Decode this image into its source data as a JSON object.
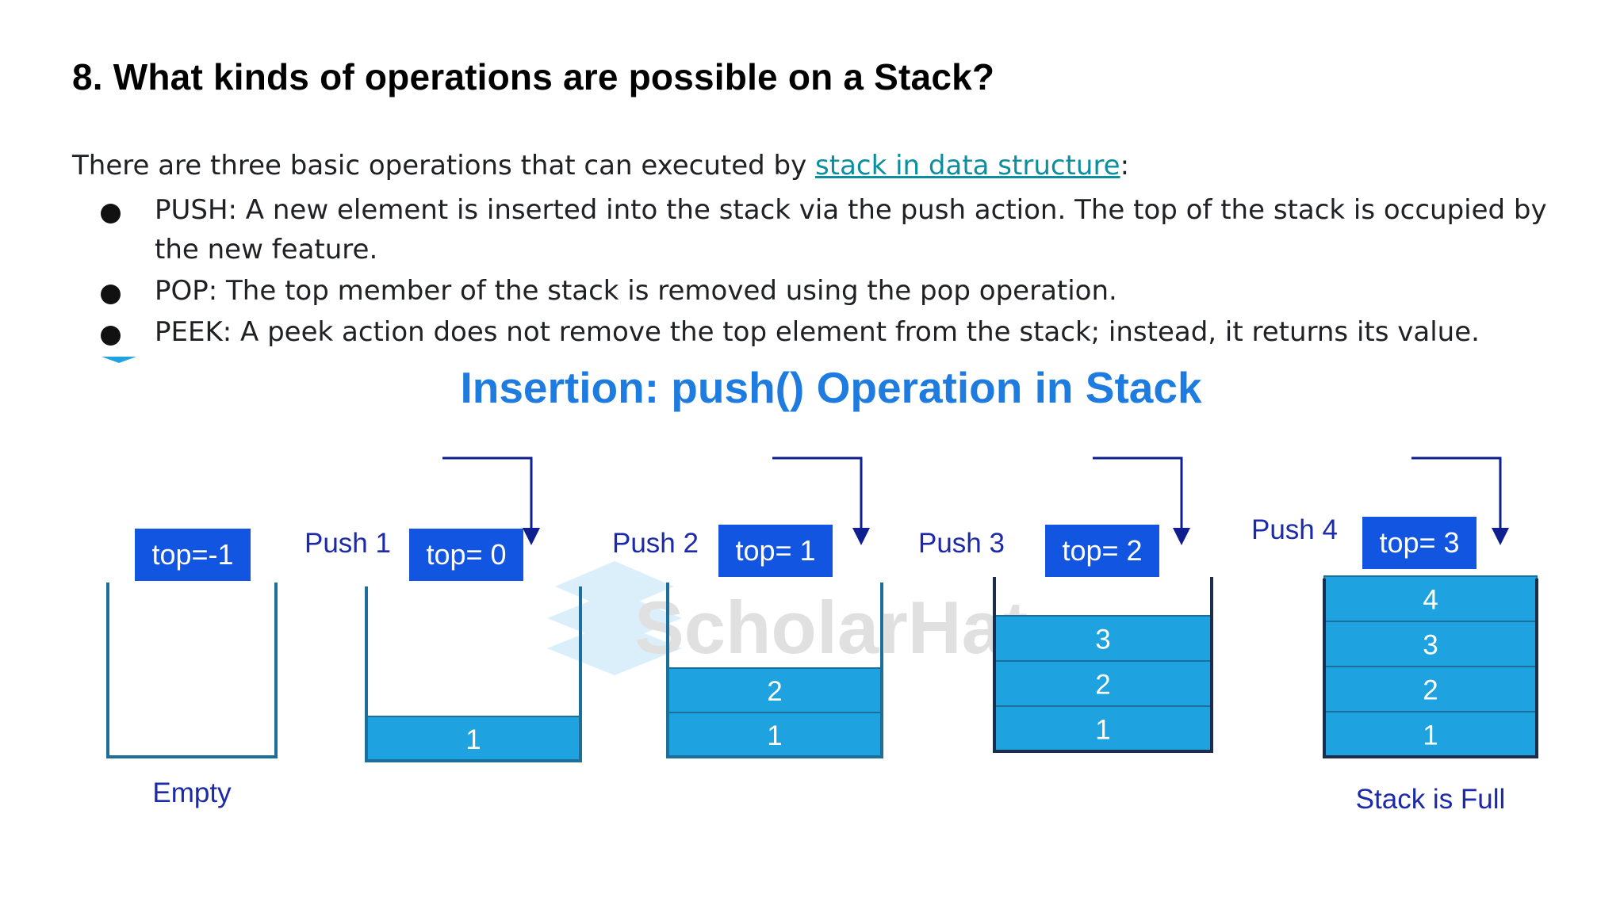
{
  "heading": "8. What kinds of operations are possible on a Stack?",
  "intro": {
    "before": "There are three basic operations that can executed by ",
    "link": "stack in data structure",
    "after": ":"
  },
  "bullets": [
    "PUSH: A new element is inserted into the stack via the push action. The top of the stack is occupied by the new feature.",
    "POP: The top member of the stack is removed using the pop operation.",
    "PEEK: A peek action does not remove the top element from the stack; instead, it returns its value."
  ],
  "diagram": {
    "title": "Insertion: push() Operation in Stack",
    "watermark": "ScholarHat",
    "colors": {
      "title": "#1e7be0",
      "box": "#1255e0",
      "cell": "#1ea3e0",
      "label": "#1c2aa8",
      "arrow": "#0f1f8f"
    },
    "stages": [
      {
        "push_label": "",
        "top_label": "top=-1",
        "cells": [],
        "caption": "Empty"
      },
      {
        "push_label": "Push 1",
        "top_label": "top= 0",
        "cells": [
          "1"
        ],
        "caption": ""
      },
      {
        "push_label": "Push 2",
        "top_label": "top= 1",
        "cells": [
          "1",
          "2"
        ],
        "caption": ""
      },
      {
        "push_label": "Push 3",
        "top_label": "top= 2",
        "cells": [
          "1",
          "2",
          "3"
        ],
        "caption": ""
      },
      {
        "push_label": "Push 4",
        "top_label": "top= 3",
        "cells": [
          "1",
          "2",
          "3",
          "4"
        ],
        "caption": "Stack is Full"
      }
    ]
  }
}
